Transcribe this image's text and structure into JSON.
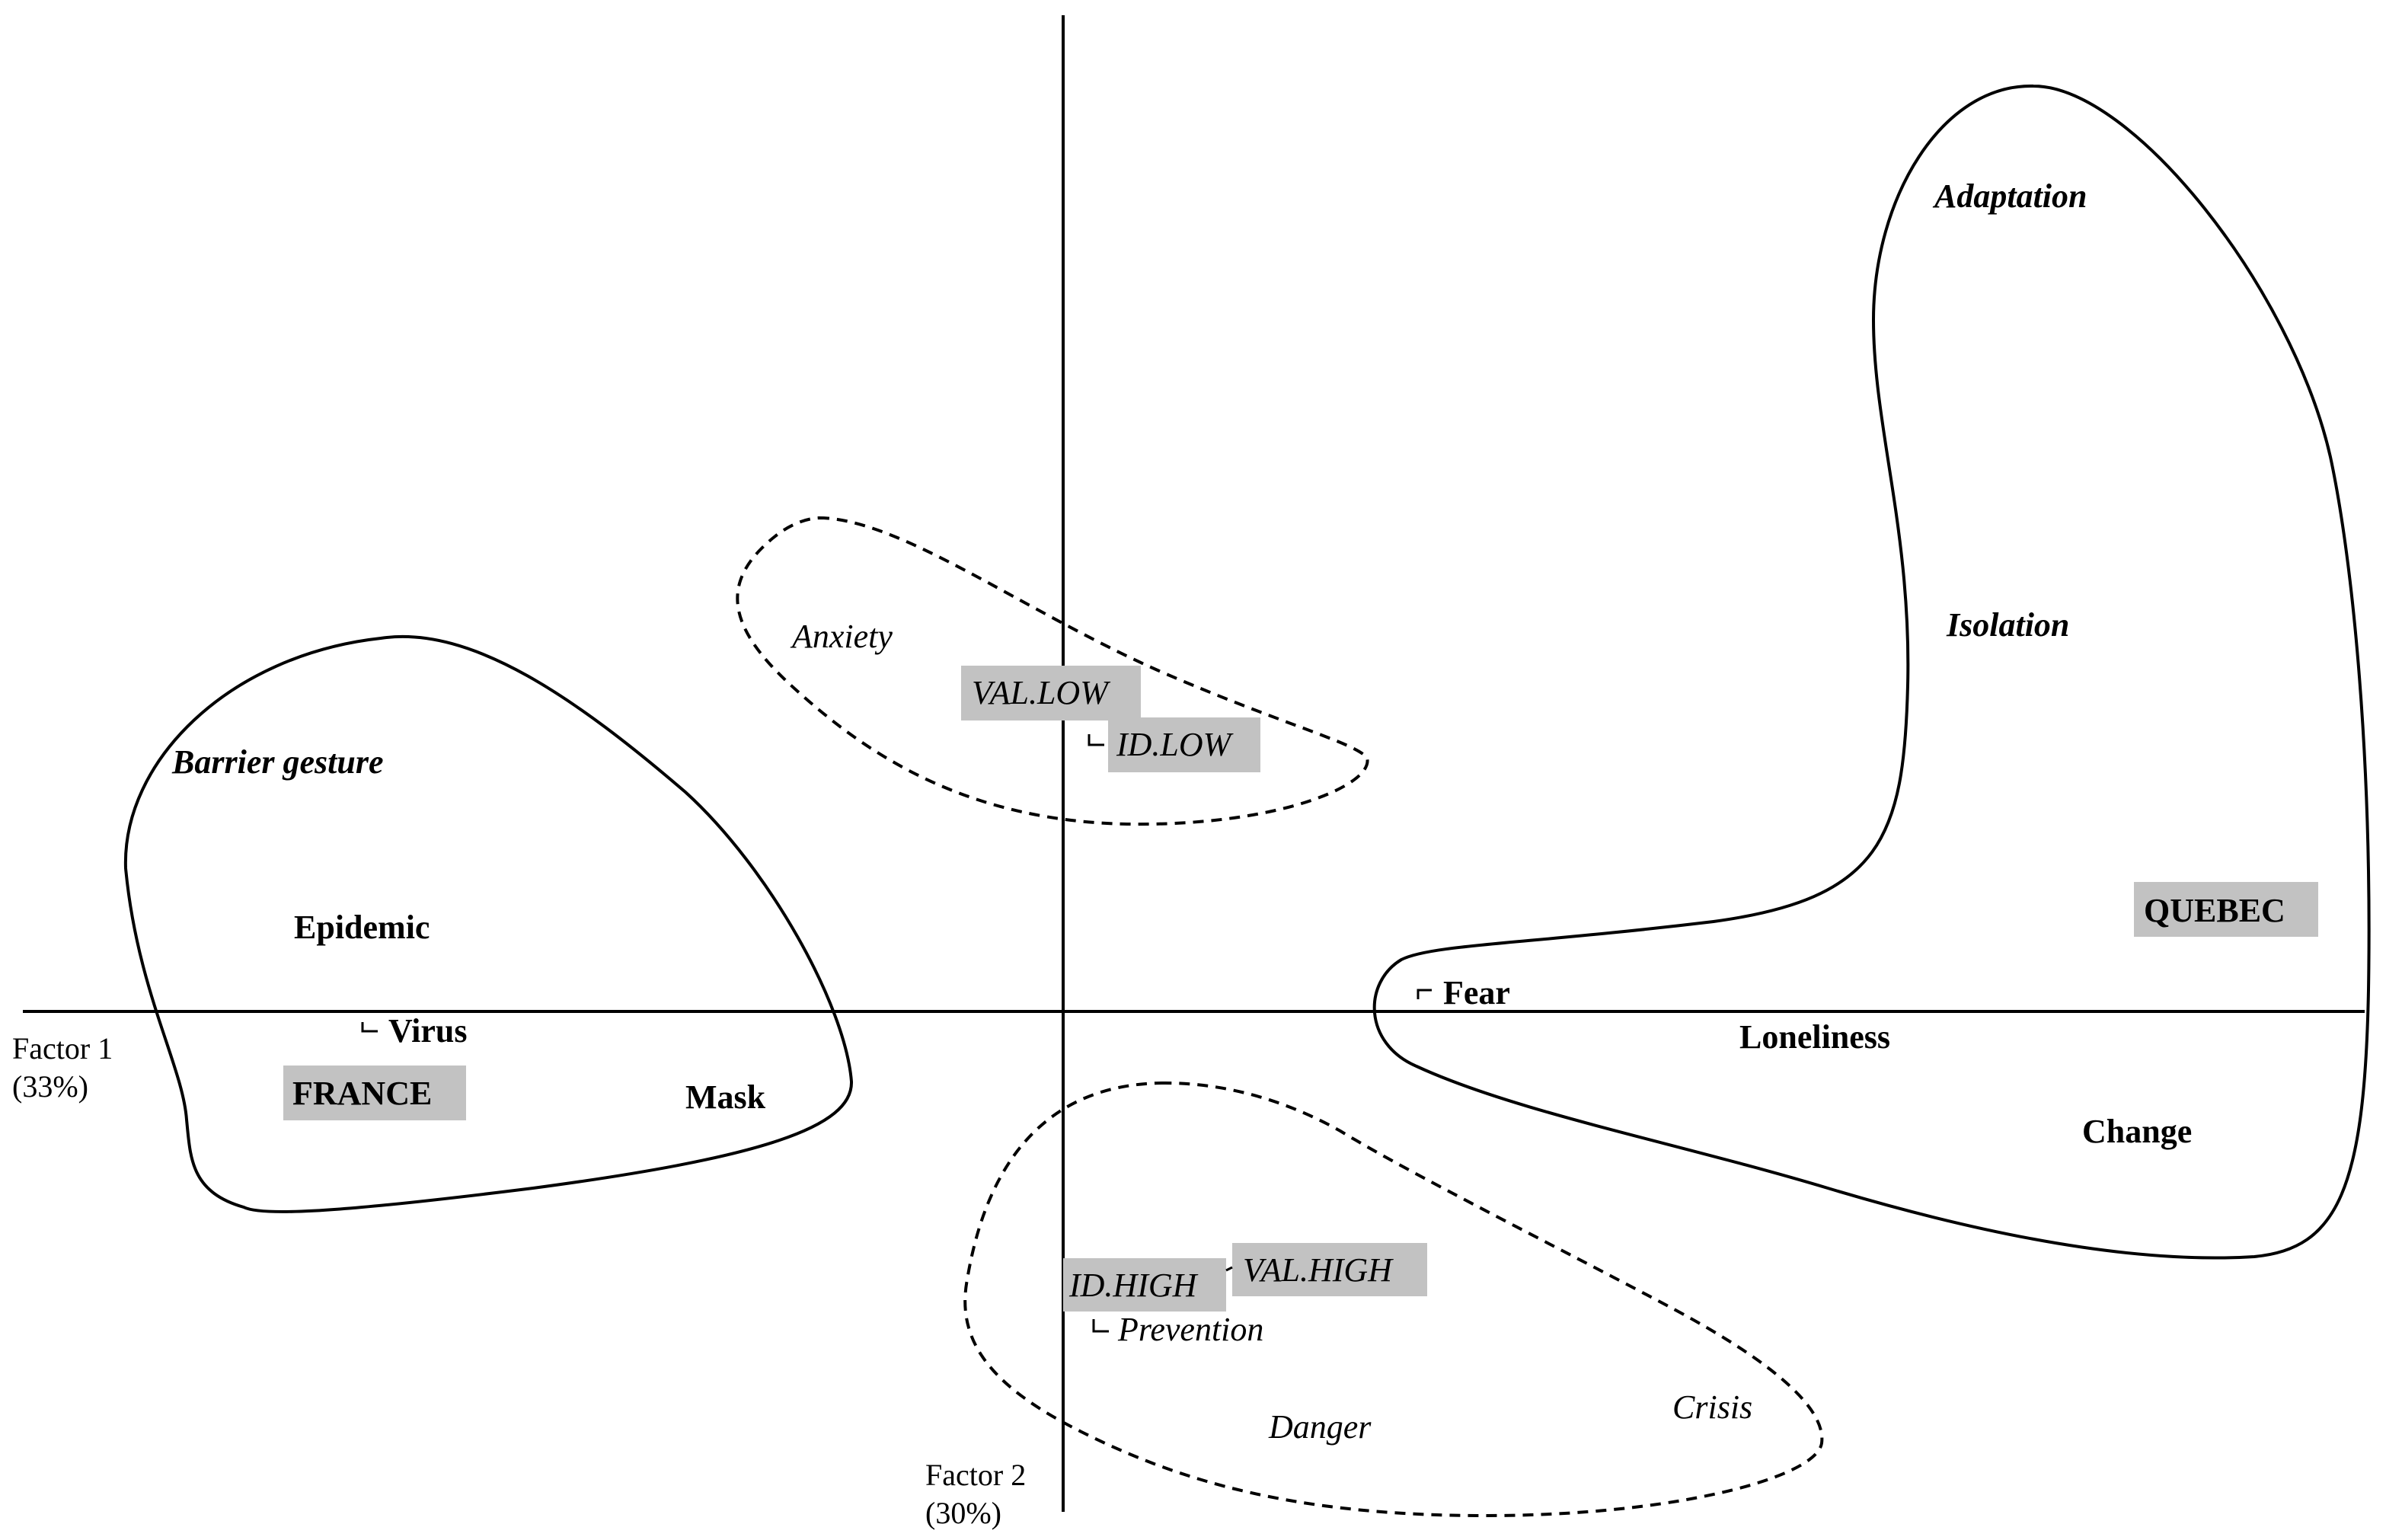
{
  "axes": {
    "factor1": {
      "name": "Factor 1",
      "pct": "(33%)"
    },
    "factor2": {
      "name": "Factor 2",
      "pct": "(30%)"
    }
  },
  "words": {
    "barrier_gesture": "Barrier gesture",
    "epidemic": "Epidemic",
    "virus": "Virus",
    "france": "FRANCE",
    "mask": "Mask",
    "anxiety": "Anxiety",
    "val_low": "VAL.LOW",
    "id_low": "ID.LOW",
    "fear": "Fear",
    "adaptation": "Adaptation",
    "isolation": "Isolation",
    "quebec": "QUEBEC",
    "loneliness": "Loneliness",
    "change": "Change",
    "id_high": "ID.HIGH",
    "val_high": "VAL.HIGH",
    "prevention": "Prevention",
    "danger": "Danger",
    "crisis": "Crisis"
  },
  "colors": {
    "highlight_box": "#c2c2c2",
    "ink": "#000000"
  }
}
